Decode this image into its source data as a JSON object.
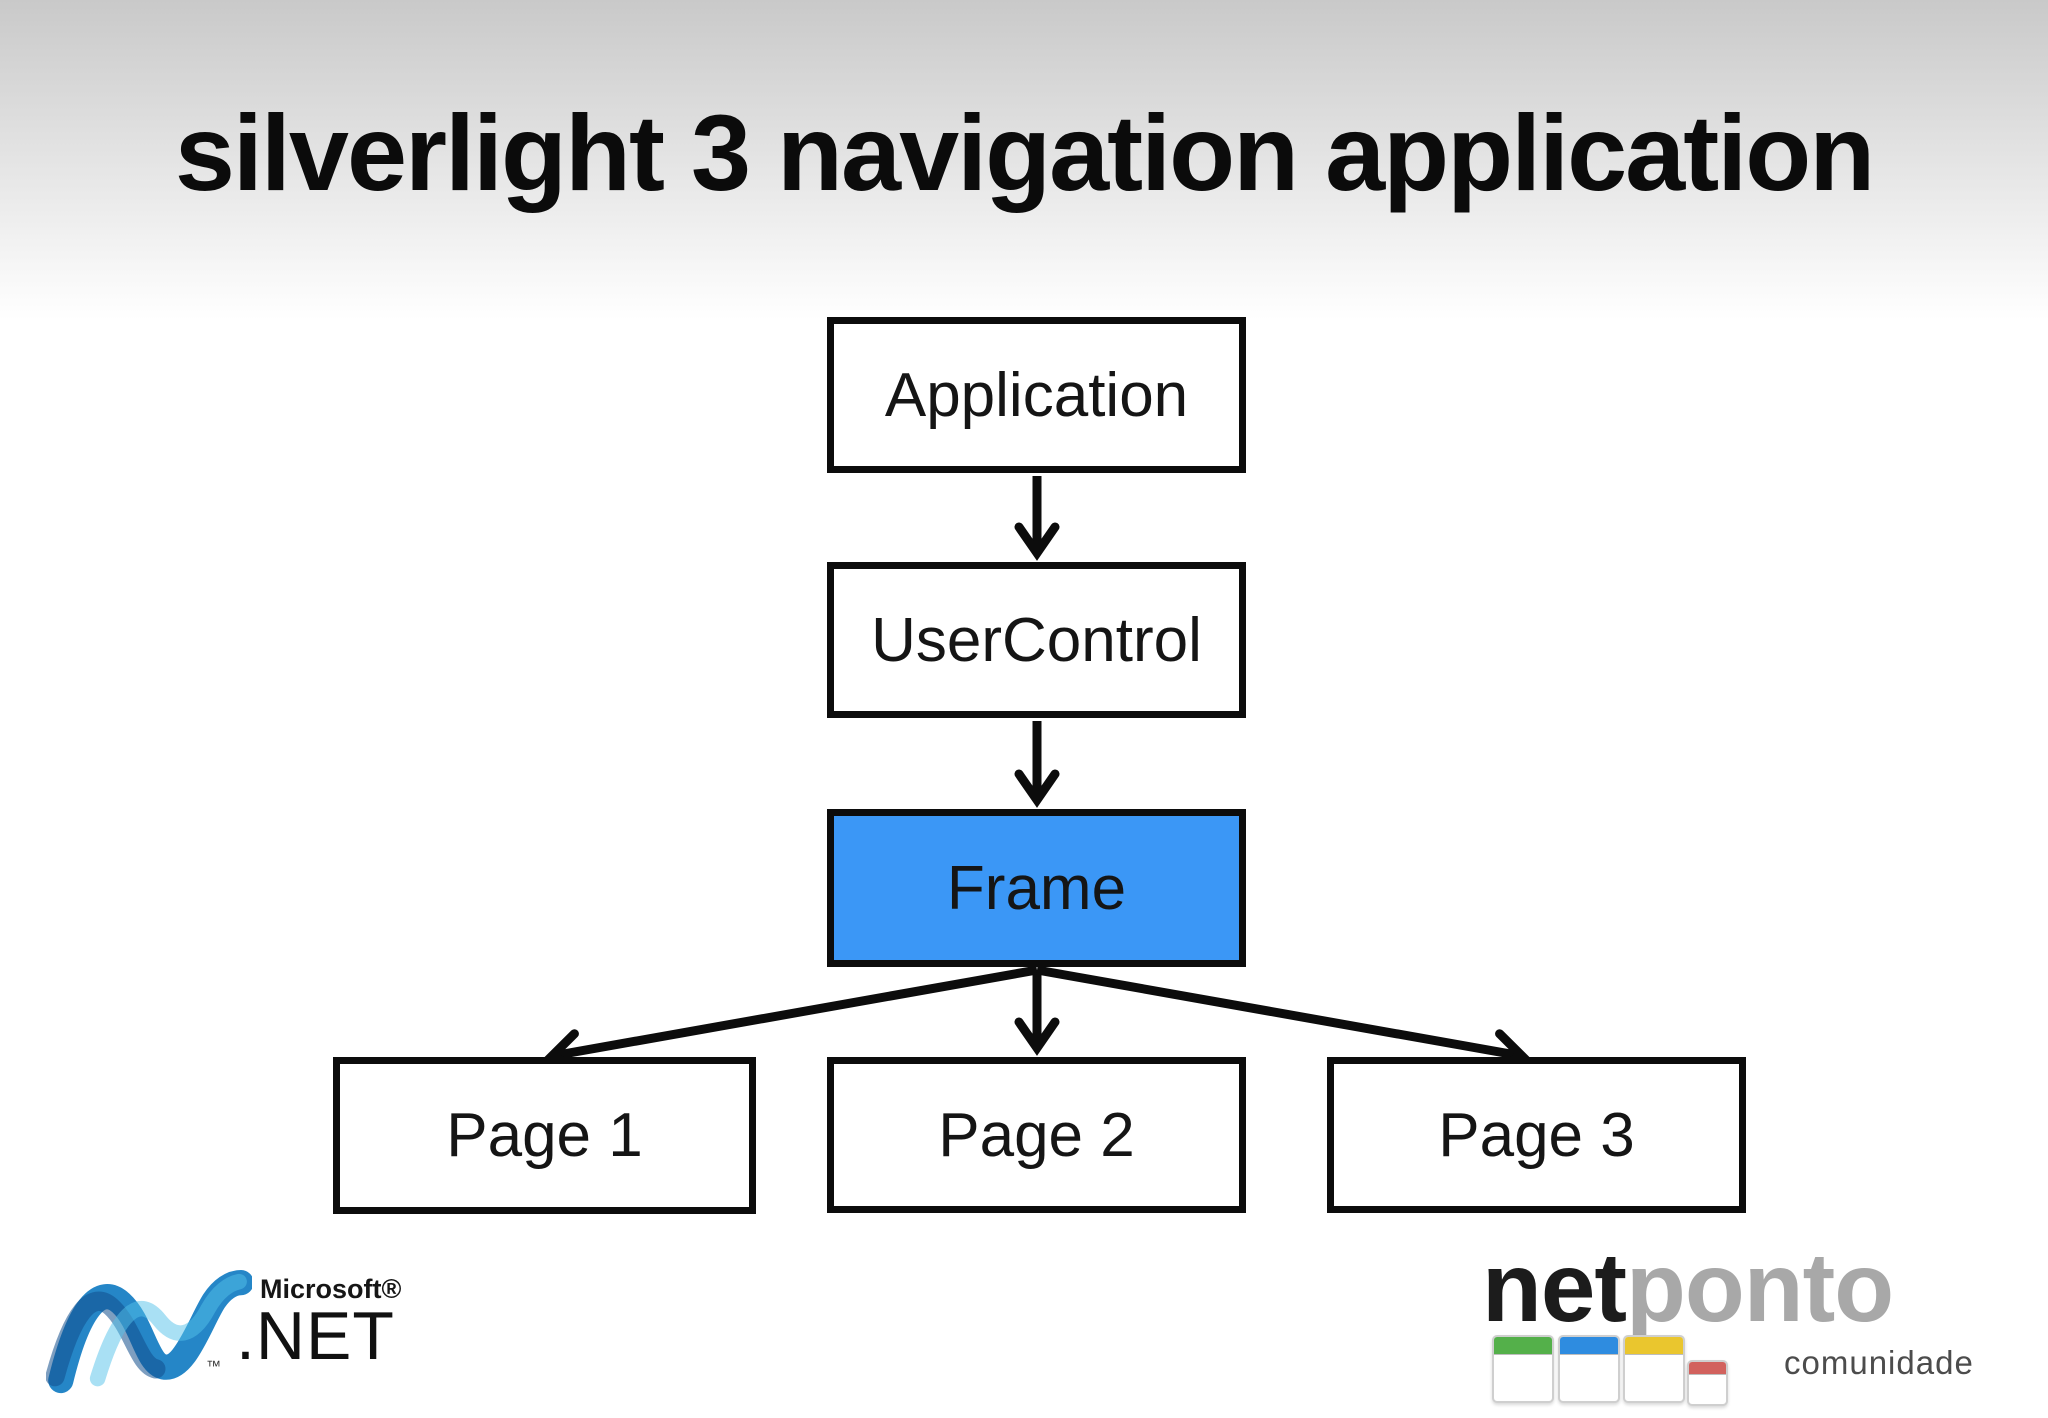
{
  "slide": {
    "title": "silverlight 3 navigation application"
  },
  "diagram": {
    "highlight_color": "#3b97f6",
    "nodes": [
      {
        "id": "application",
        "label": "Application",
        "highlighted": false
      },
      {
        "id": "usercontrol",
        "label": "UserControl",
        "highlighted": false
      },
      {
        "id": "frame",
        "label": "Frame",
        "highlighted": true
      },
      {
        "id": "page1",
        "label": "Page 1",
        "highlighted": false
      },
      {
        "id": "page2",
        "label": "Page 2",
        "highlighted": false
      },
      {
        "id": "page3",
        "label": "Page 3",
        "highlighted": false
      }
    ],
    "edges": [
      {
        "from": "Application",
        "to": "UserControl"
      },
      {
        "from": "UserControl",
        "to": "Frame"
      },
      {
        "from": "Frame",
        "to": "Page 1"
      },
      {
        "from": "Frame",
        "to": "Page 2"
      },
      {
        "from": "Frame",
        "to": "Page 3"
      }
    ]
  },
  "logos": {
    "dotnet": {
      "brand": "Microsoft®",
      "product": ".NET",
      "trademark": "™",
      "swoosh_colors": [
        "#124f8c",
        "#2586c7",
        "#54c2ea"
      ]
    },
    "netponto": {
      "part1": "net",
      "part2": "ponto",
      "subtitle": "comunidade",
      "window_colors": [
        "#54b04a",
        "#2e8ce0",
        "#eac62e",
        "#d2625e"
      ]
    }
  }
}
